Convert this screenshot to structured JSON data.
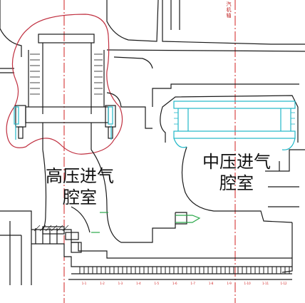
{
  "labels": {
    "hp_chamber_line1": "高压进气",
    "hp_chamber_line2": "腔室",
    "ip_chamber_line1": "中压进气",
    "ip_chamber_line2": "腔室"
  },
  "annotation": {
    "axis_mark": "汽机轴"
  },
  "colors": {
    "outline": "#1a1a1a",
    "centerline": "#d02020",
    "boundary": "#c03040",
    "cyan_detail": "#22b8c8",
    "green_detail": "#2aa84a",
    "background": "#ffffff"
  },
  "blade_stage_labels": [
    "1-1",
    "1-2",
    "1-3",
    "1-4",
    "1-5",
    "1-6",
    "1-7",
    "1-8",
    "1-9",
    "1-10",
    "1-11",
    "1-12"
  ]
}
